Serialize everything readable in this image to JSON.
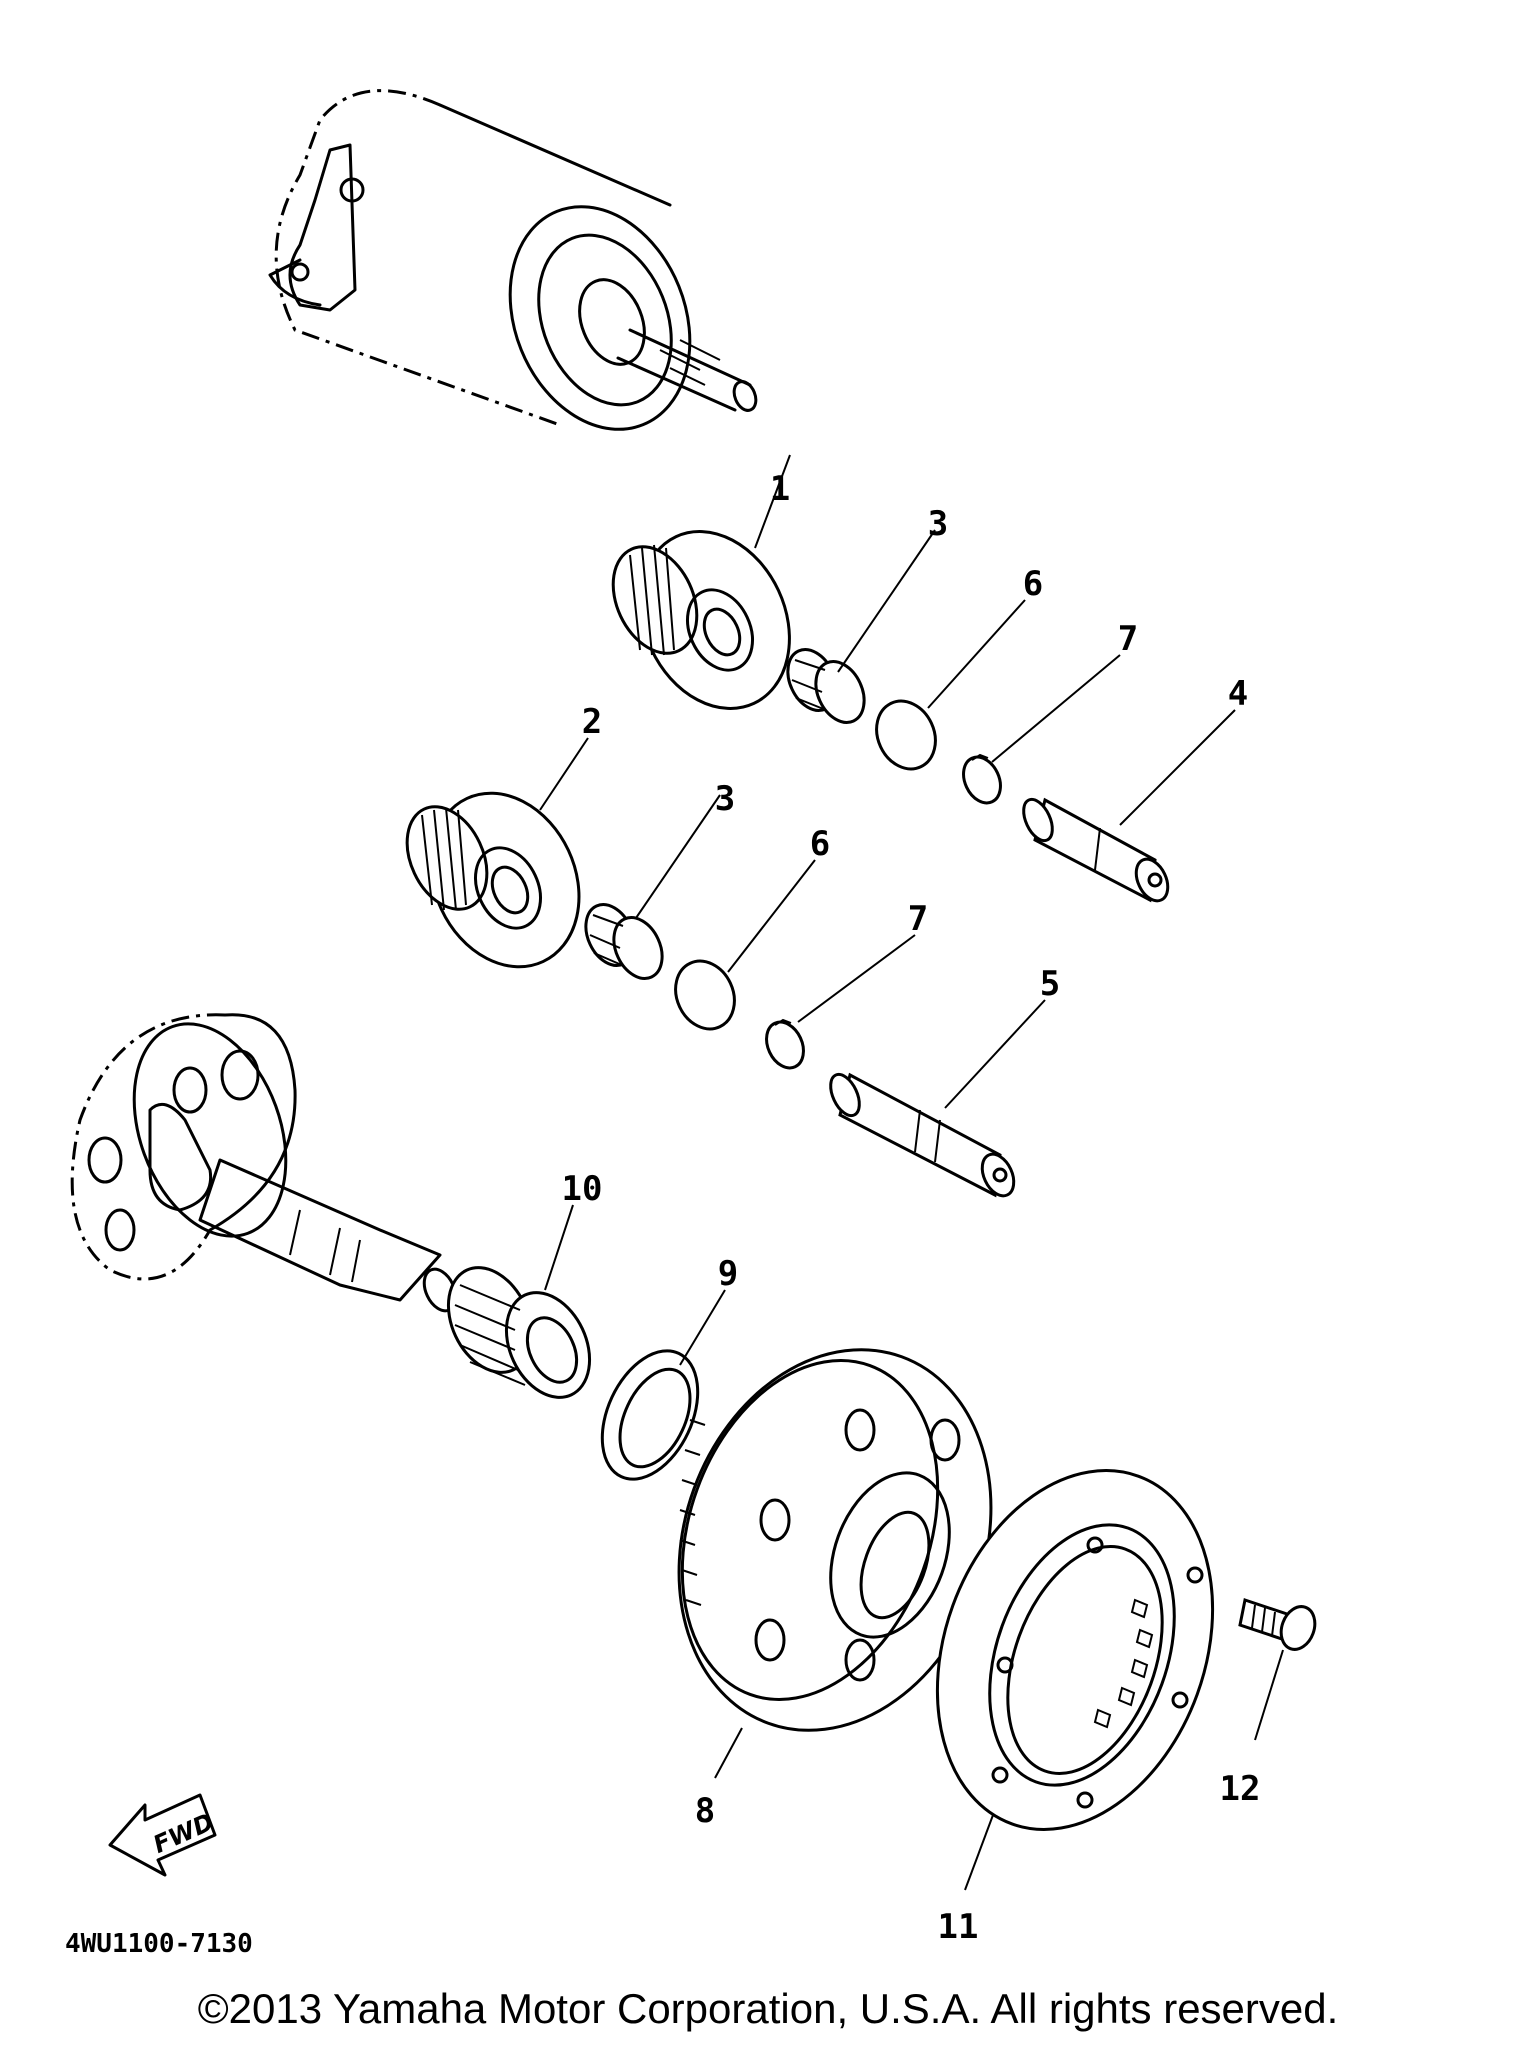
{
  "callouts": {
    "p1": "1",
    "p2": "2",
    "p3a": "3",
    "p3b": "3",
    "p4": "4",
    "p5": "5",
    "p6a": "6",
    "p6b": "6",
    "p7a": "7",
    "p7b": "7",
    "p8": "8",
    "p9": "9",
    "p10": "10",
    "p11": "11",
    "p12": "12"
  },
  "fwd_label": "FWD",
  "diagram_code": "4WU1100-7130",
  "copyright": "©2013 Yamaha Motor Corporation, U.S.A. All rights reserved."
}
